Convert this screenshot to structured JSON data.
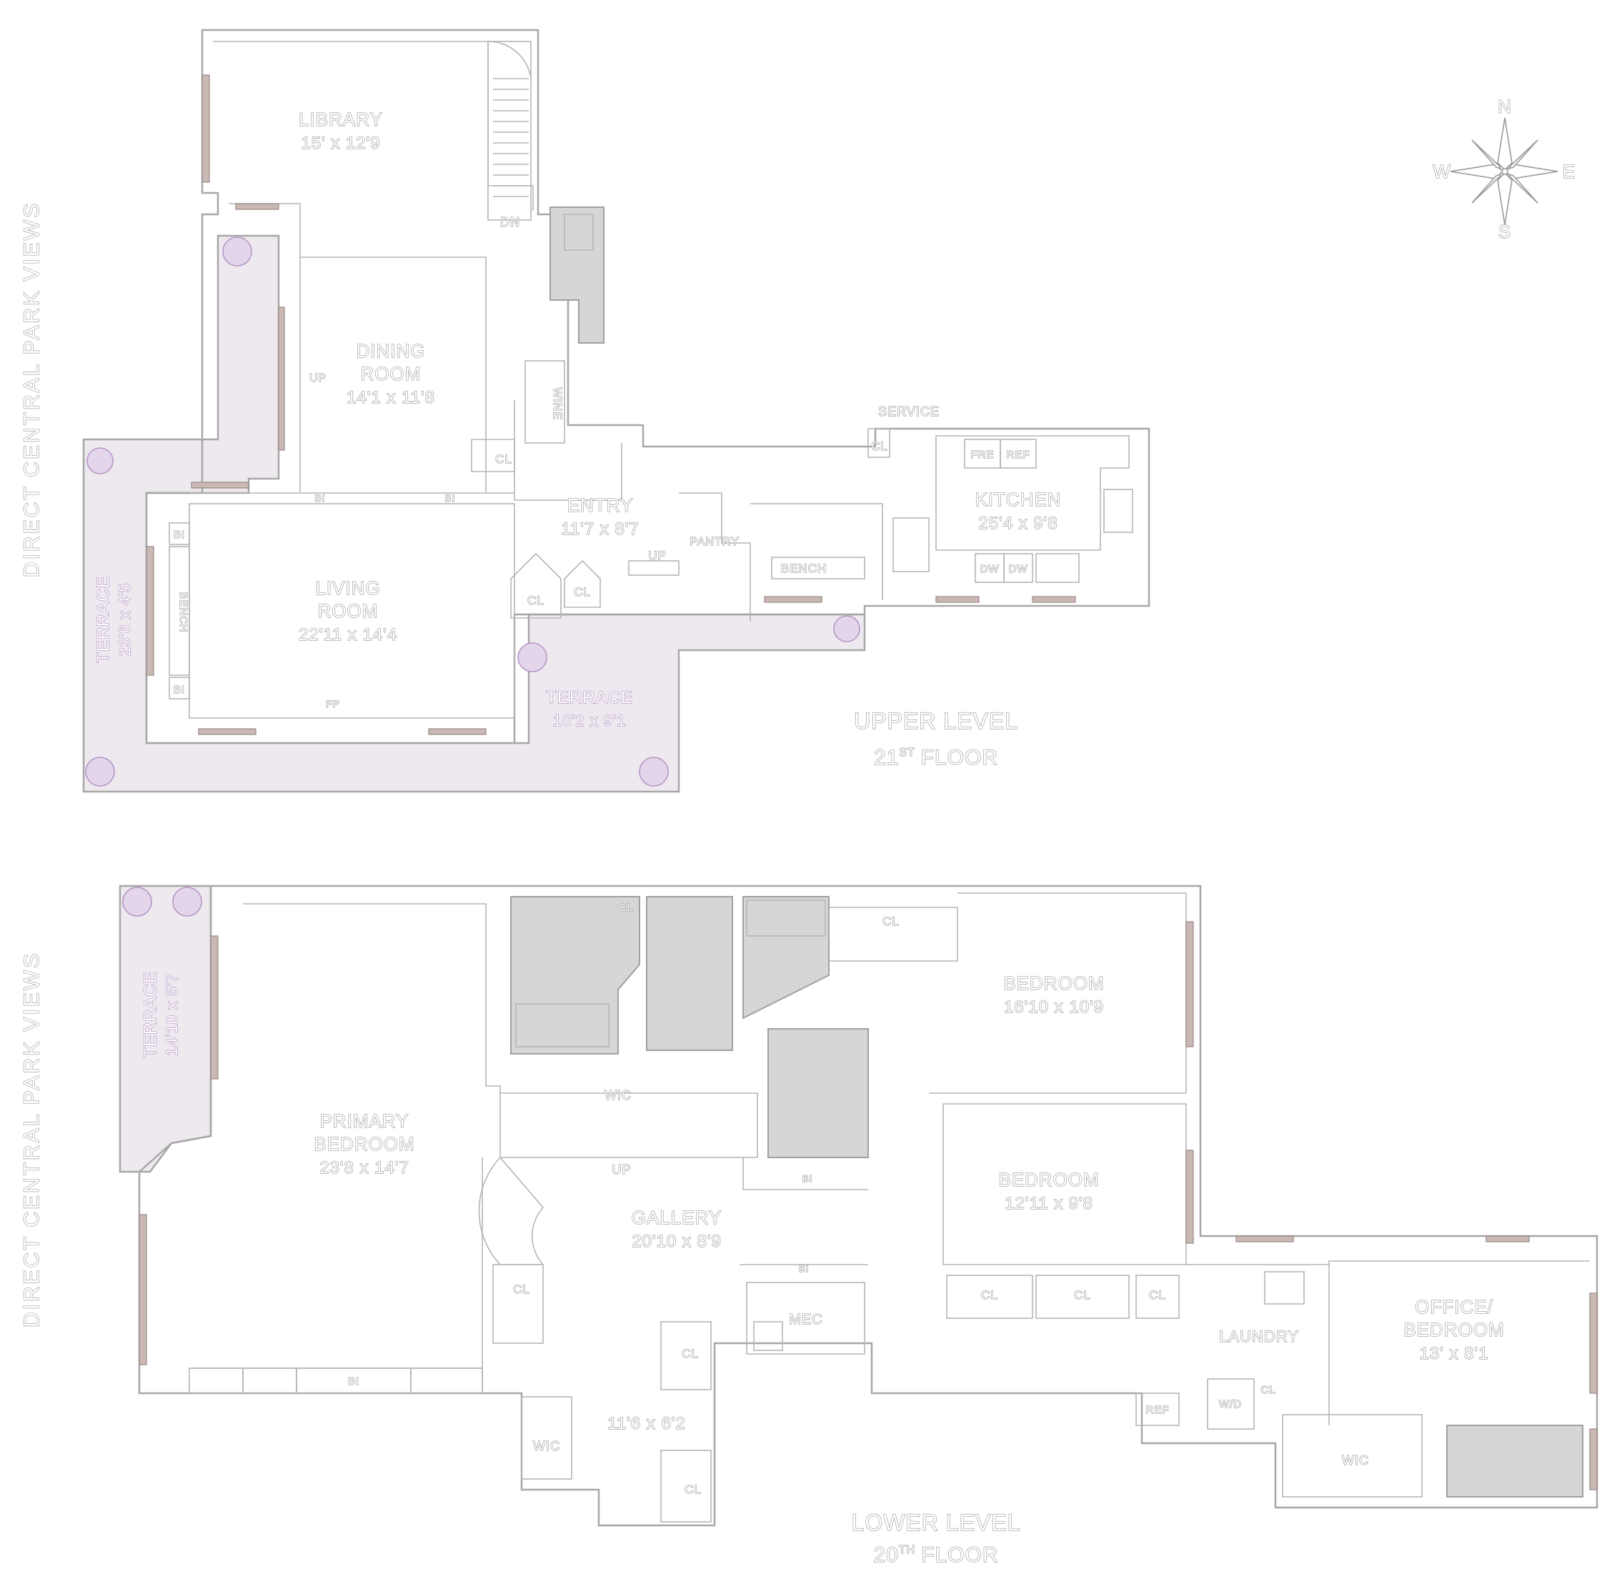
{
  "side_labels": {
    "upper": "DIRECT CENTRAL PARK VIEWS",
    "lower": "DIRECT CENTRAL PARK VIEWS"
  },
  "compass": {
    "n": "N",
    "s": "S",
    "e": "E",
    "w": "W"
  },
  "upper": {
    "level": "UPPER LEVEL",
    "floor_num": "21",
    "floor_sup": "ST",
    "floor_word": "FLOOR",
    "library": {
      "name": "LIBRARY",
      "dims": "15' x 12'9"
    },
    "dining": {
      "name1": "DINING",
      "name2": "ROOM",
      "dims": "14'1 x 11'8"
    },
    "living": {
      "name1": "LIVING",
      "name2": "ROOM",
      "dims": "22'11 x 14'4"
    },
    "entry": {
      "name": "ENTRY",
      "dims": "11'7 x 8'7"
    },
    "kitchen": {
      "name": "KITCHEN",
      "dims": "25'4 x 9'8"
    },
    "terrace_west": {
      "name": "TERRACE",
      "dims": "23'6 x 4'5"
    },
    "terrace_south": {
      "name": "TERRACE",
      "dims": "10'2 x 9'1"
    },
    "misc": {
      "dn": "DN",
      "up_dining": "UP",
      "up_entry": "UP",
      "wine": "WINE",
      "cl_dining": "CL",
      "cl_entry1": "CL",
      "cl_entry2": "CL",
      "cl_service": "CL",
      "service": "SERVICE",
      "pantry": "PANTRY",
      "bench_kitchen": "BENCH",
      "bench_living": "BENCH",
      "bi_top": "BI",
      "bi_bottom": "BI",
      "bi_door1": "BI",
      "bi_door2": "BI",
      "fp": "FP",
      "fre": "FRE",
      "ref": "REF",
      "dw1": "DW",
      "dw2": "DW"
    }
  },
  "lower": {
    "level": "LOWER LEVEL",
    "floor_num": "20",
    "floor_sup": "TH",
    "floor_word": "FLOOR",
    "terrace": {
      "name": "TERRACE",
      "dims": "14'10 x 5'7"
    },
    "primary": {
      "name1": "PRIMARY",
      "name2": "BEDROOM",
      "dims": "23'8 x 14'7"
    },
    "bedroom1": {
      "name": "BEDROOM",
      "dims": "16'10 x 10'9"
    },
    "bedroom2": {
      "name": "BEDROOM",
      "dims": "12'11 x 9'8"
    },
    "gallery": {
      "name": "GALLERY",
      "dims": "20'10 x 8'9"
    },
    "hall": {
      "dims": "11'6 x  6'2"
    },
    "office": {
      "name1": "OFFICE/",
      "name2": "BEDROOM",
      "dims": "13' x 8'1"
    },
    "misc": {
      "wic_primary": "WIC",
      "wic_hall": "WIC",
      "wic_office": "WIC",
      "up": "UP",
      "cl_bath": "CL",
      "cl_bed1": "CL",
      "cl_gallery": "CL",
      "cl_hall1": "CL",
      "cl_hall2": "CL",
      "cl_row1": "CL",
      "cl_row2": "CL",
      "cl_row3": "CL",
      "cl_laundry": "CL",
      "mec": "MEC",
      "laundry": "LAUNDRY",
      "wd": "W/D",
      "ref": "REF",
      "bi_primary": "BI",
      "bi_gallery1": "BI",
      "bi_gallery2": "BI"
    }
  }
}
